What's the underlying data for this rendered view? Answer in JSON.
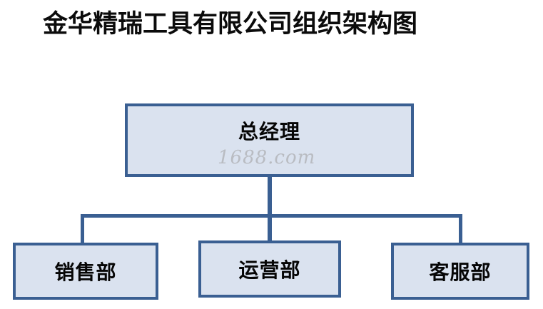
{
  "chart": {
    "title": "金华精瑞工具有限公司组织架构图",
    "type": "org-chart",
    "watermark": "1688.com",
    "colors": {
      "node_fill": "#dae2ef",
      "node_border": "#3a5f92",
      "connector": "#3a5f92",
      "title_text": "#0b0b0b",
      "node_text": "#060606",
      "watermark_text": "#b9bcc2",
      "background": "#ffffff"
    },
    "root": {
      "label": "总经理"
    },
    "children": [
      {
        "label": "销售部"
      },
      {
        "label": "运营部"
      },
      {
        "label": "客服部"
      }
    ]
  }
}
